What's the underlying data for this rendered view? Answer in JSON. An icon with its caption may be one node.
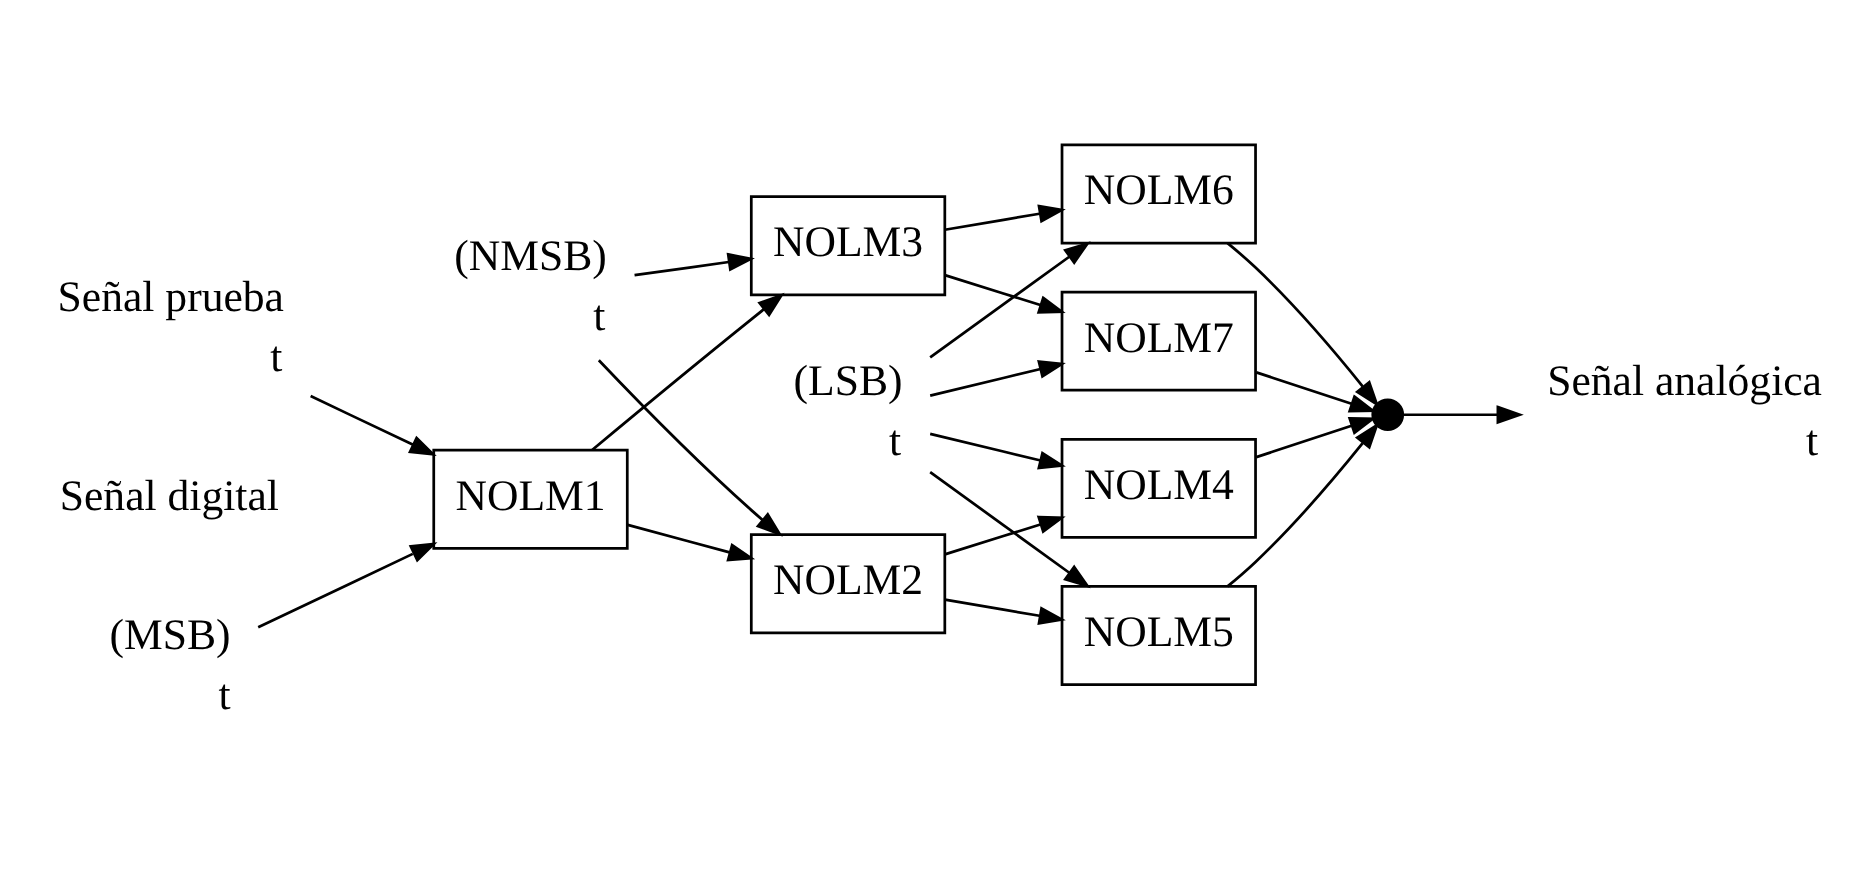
{
  "diagram": {
    "nodes": [
      {
        "text": [
          "(MSB)"
        ],
        "beside": [
          "t"
        ]
      },
      {
        "text": [
          "(NMSB)"
        ],
        "beside": [
          "t"
        ]
      },
      {
        "text": [
          "(LSB)"
        ],
        "beside": [
          "t"
        ]
      },
      {
        "text": [
          "Señal prueba"
        ],
        "beside": [
          "t"
        ]
      },
      {
        "text": [
          "NOLM1"
        ]
      },
      {
        "text": [
          "NOLM2"
        ]
      },
      {
        "text": [
          "NOLM3"
        ]
      },
      {
        "text": [
          "NOLM4"
        ]
      },
      {
        "text": [
          "NOLM5"
        ]
      },
      {
        "text": [
          "NOLM6"
        ]
      },
      {
        "text": [
          "NOLM7"
        ]
      },
      {
        "text": [],
        "shape": "circle"
      },
      {
        "text": [
          "Señal analógica"
        ],
        "beside": [
          "t"
        ]
      }
    ],
    "edges": [
      {
        "from": 0,
        "to": 4,
        "arrow": "to"
      },
      {
        "from": 3,
        "to": 4,
        "arrow": "to"
      },
      {
        "from": 4,
        "to": 5,
        "arrow": "to"
      },
      {
        "from": 4,
        "to": 6,
        "arrow": "to"
      },
      {
        "from": 1,
        "to": 5,
        "arrow": "to"
      },
      {
        "from": 1,
        "to": 6,
        "arrow": "to"
      },
      {
        "from": 5,
        "to": 7,
        "arrow": "to"
      },
      {
        "from": 5,
        "to": 8,
        "arrow": "to"
      },
      {
        "from": 6,
        "to": 9,
        "arrow": "to"
      },
      {
        "from": 6,
        "to": 10,
        "arrow": "to"
      },
      {
        "from": 2,
        "to": 7,
        "arrow": "to"
      },
      {
        "from": 2,
        "to": 8,
        "arrow": "to"
      },
      {
        "from": 2,
        "to": 9,
        "arrow": "to"
      },
      {
        "from": 2,
        "to": 10,
        "arrow": "to"
      },
      {
        "from": 7,
        "to": 11,
        "arrow": "to"
      },
      {
        "from": 8,
        "to": 11,
        "arrow": "to"
      },
      {
        "from": 9,
        "to": 11,
        "arrow": "to"
      },
      {
        "from": 10,
        "to": 11,
        "arrow": "to"
      },
      {
        "from": 11,
        "to": 12,
        "arrow": "to"
      }
    ],
    "labels": [
      "Señal digital"
    ]
  }
}
